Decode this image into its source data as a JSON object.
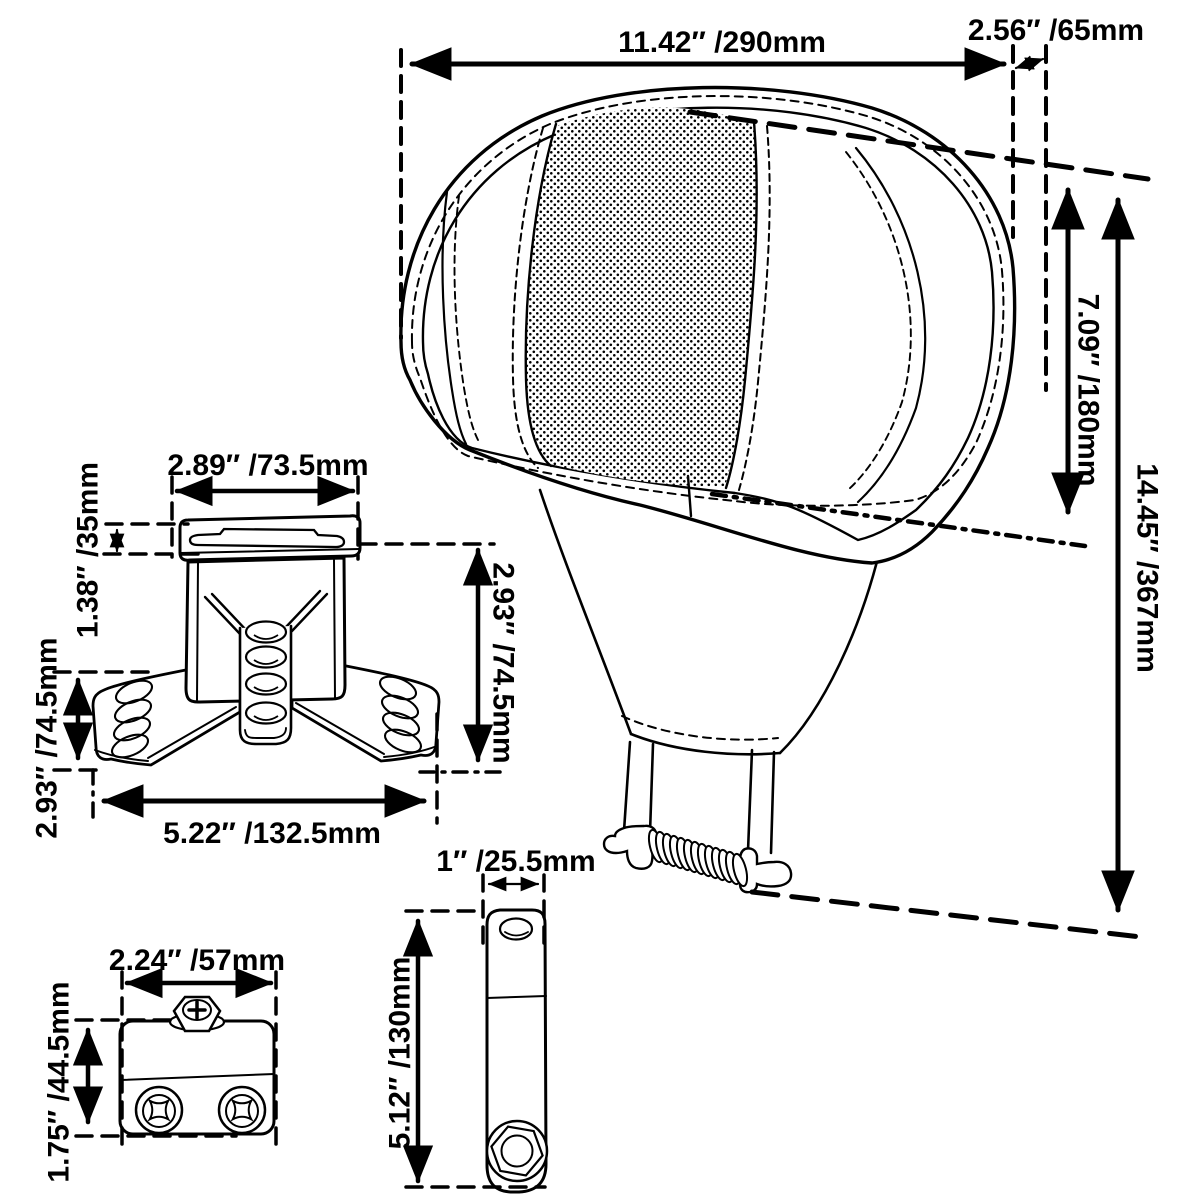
{
  "diagram": {
    "background_color": "#ffffff",
    "line_color": "#000000",
    "dims": {
      "pad_width": "11.42″ /290mm",
      "pad_offset": "2.56″ /65mm",
      "pad_height": "7.09″ /180mm",
      "overall_height": "14.45″ /367mm",
      "bracket_top_width": "2.89″ /73.5mm",
      "bracket_plate_height": "1.38″ /35mm",
      "bracket_body_height": "2.93″ /74.5mm",
      "bracket_wing_height": "2.93″ /74.5mm",
      "bracket_base_width": "5.22″ /132.5mm",
      "clamp_width": "2.24″ /57mm",
      "clamp_height": "1.75″ /44.5mm",
      "arm_width": "1″ /25.5mm",
      "arm_length": "5.12″ /130mm"
    }
  }
}
